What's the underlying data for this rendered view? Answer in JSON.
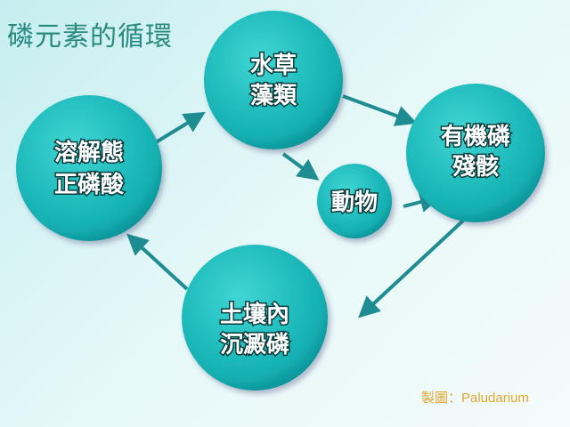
{
  "title": "磷元素的循環",
  "credit": "製圖：Paludarium",
  "nodes": {
    "plants": [
      "水草",
      "藻類"
    ],
    "residue": [
      "有機磷",
      "殘骸"
    ],
    "animals": [
      "動物"
    ],
    "dissolved": [
      "溶解態",
      "正磷酸"
    ],
    "sediment": [
      "土壤內",
      "沉澱磷"
    ]
  },
  "colors": {
    "circle": "#1cbcbc",
    "title": "#2a8a80",
    "credit": "#e0a830",
    "arrow": "#1e8c90"
  }
}
